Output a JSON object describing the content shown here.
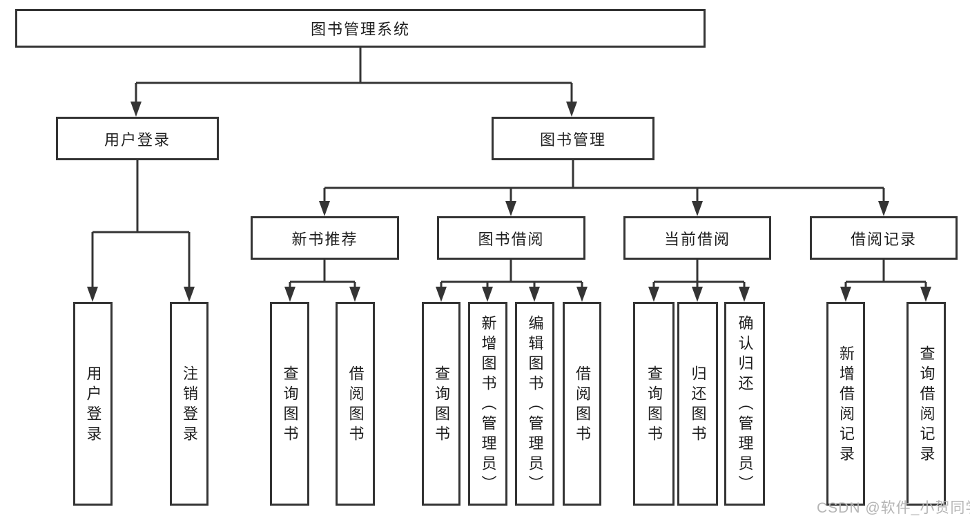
{
  "diagram": {
    "title": "图书管理系统",
    "root": {
      "label": "图书管理系统"
    },
    "level2": [
      {
        "label": "用户登录"
      },
      {
        "label": "图书管理"
      }
    ],
    "level3": [
      {
        "label": "新书推荐"
      },
      {
        "label": "图书借阅"
      },
      {
        "label": "当前借阅"
      },
      {
        "label": "借阅记录"
      }
    ],
    "leaves": {
      "login": [
        "用户登录",
        "注销登录"
      ],
      "recommend": [
        "查询图书",
        "借阅图书"
      ],
      "borrow": [
        "查询图书",
        "新增图书（管理员）",
        "编辑图书（管理员）",
        "借阅图书"
      ],
      "current": [
        "查询图书",
        "归还图书",
        "确认归还（管理员）"
      ],
      "records": [
        "新增借阅记录",
        "查询借阅记录"
      ]
    }
  },
  "watermark": {
    "text": "CSDN @软件_小贺同学"
  },
  "colors": {
    "line": "#343434",
    "box_border": "#343434",
    "box_bg": "#ffffff",
    "text": "#1e1e1e",
    "watermark": "#b5b5b5"
  }
}
